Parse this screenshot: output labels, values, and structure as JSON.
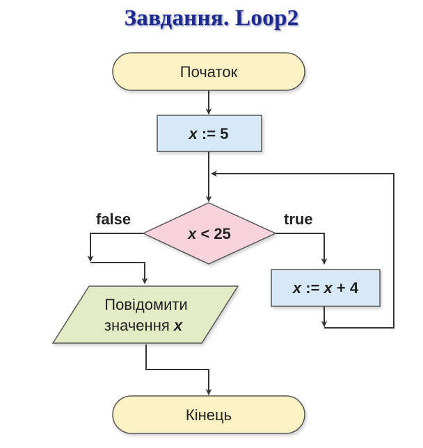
{
  "title": "Завдання. Loop2",
  "colors": {
    "terminal_fill": "#fbf3c4",
    "process_fill": "#d7e9f7",
    "decision_fill": "#f7d3de",
    "io_fill": "#e2ebc4",
    "stroke": "#555555",
    "title": "#1e2a8c"
  },
  "flowchart": {
    "start": "Початок",
    "init": {
      "var": "x",
      "op": " := 5"
    },
    "condition": {
      "var": "x",
      "op": " < 25"
    },
    "branch_false": "false",
    "branch_true": "true",
    "update": {
      "var1": "x",
      "op1": " := ",
      "var2": "x",
      "op2": " + 4"
    },
    "output": {
      "line1": "Повідомити",
      "line2": "значення ",
      "var": "x"
    },
    "end": "Кінець"
  }
}
